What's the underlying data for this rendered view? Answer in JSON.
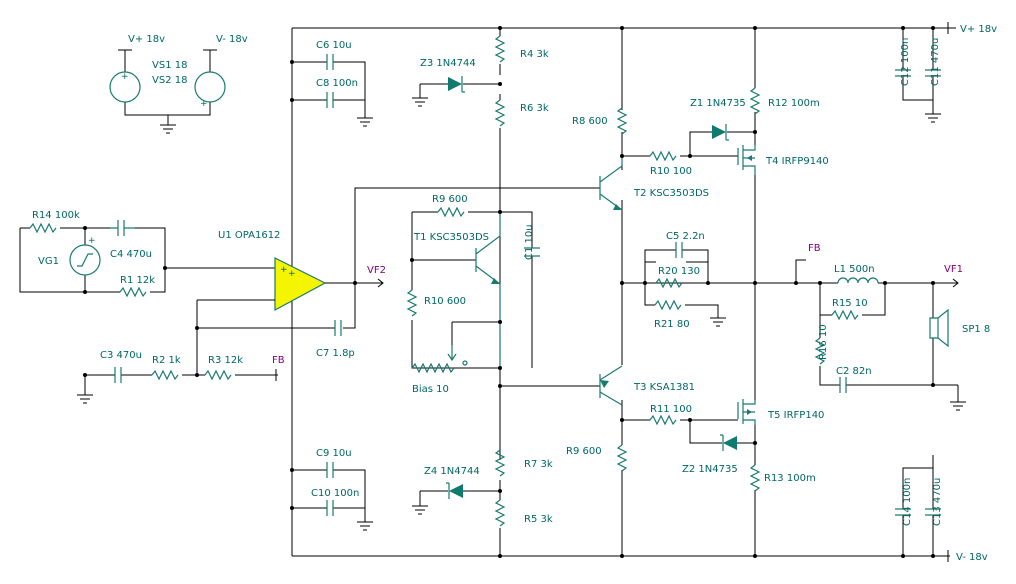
{
  "colors": {
    "wire": "#000000",
    "component": "#1a7a72",
    "label": "#006666",
    "net_label": "#800080",
    "opamp_fill": "#f5f500",
    "diode_fill": "#0f7a6e"
  },
  "supplies": {
    "vs1": "VS1 18",
    "vs2": "VS2 18",
    "vplus_src": "V+ 18v",
    "vminus_src": "V- 18v",
    "vplus_rail": "V+ 18v",
    "vminus_rail": "V- 18v"
  },
  "input": {
    "r14": "R14 100k",
    "c4": "C4 470u",
    "vg1": "VG1",
    "r1": "R1 12k",
    "u1": "U1 OPA1612",
    "vf2": "VF2",
    "c7": "C7 1.8p",
    "c3": "C3 470u",
    "r2": "R2 1k",
    "r3": "R3 12k",
    "fb_in": "FB"
  },
  "decoupling": {
    "c6": "C6 10u",
    "c8": "C8 100n",
    "c9": "C9 10u",
    "c10": "C10 100n",
    "c12": "C12 100n",
    "c11": "C11 470u",
    "c14": "C14 100n",
    "c13": "C13 470u"
  },
  "bias": {
    "z3": "Z3 1N4744",
    "r4": "R4 3k",
    "r6": "R6 3k",
    "r9_bias": "R9 600",
    "t1": "T1 KSC3503DS",
    "c1": "C1 10u",
    "r10_bias": "R10 600",
    "bias_pot": "Bias 10",
    "z4": "Z4 1N4744",
    "r7": "R7 3k",
    "r5": "R5 3k"
  },
  "drivers": {
    "r8": "R8 600",
    "t2": "T2 KSC3503DS",
    "t3": "T3 KSA1381",
    "r9_drv": "R9 600",
    "c5": "C5 2.2n",
    "r20": "R20 130",
    "r21": "R21 80"
  },
  "output": {
    "z1": "Z1 1N4735",
    "r12": "R12 100m",
    "r10_gate": "R10 100",
    "t4": "T4 IRFP9140",
    "r11": "R11 100",
    "t5": "T5 IRFP140",
    "z2": "Z2 1N4735",
    "r13": "R13 100m",
    "fb_out": "FB",
    "l1": "L1 500n",
    "vf1": "VF1",
    "r15": "R15 10",
    "r16": "R16 10",
    "c2": "C2 82n",
    "sp1": "SP1 8"
  },
  "pins": {
    "plus": "+",
    "minus": "-"
  }
}
